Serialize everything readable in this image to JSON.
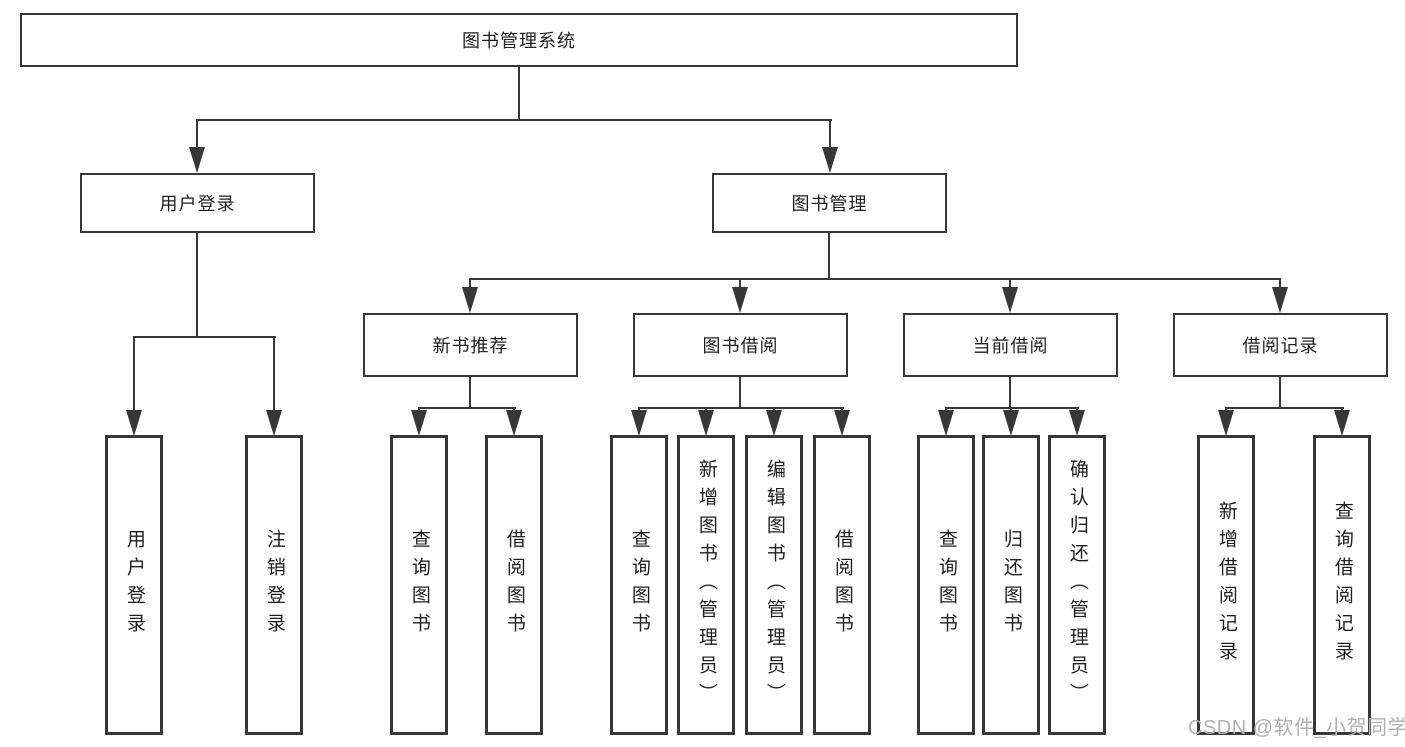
{
  "diagram": {
    "type": "tree",
    "root": {
      "label": "图书管理系统"
    },
    "children": [
      {
        "label": "用户登录",
        "children": [
          {
            "label": "用户登录"
          },
          {
            "label": "注销登录"
          }
        ]
      },
      {
        "label": "图书管理",
        "children": [
          {
            "label": "新书推荐",
            "children": [
              {
                "label": "查询图书"
              },
              {
                "label": "借阅图书"
              }
            ]
          },
          {
            "label": "图书借阅",
            "children": [
              {
                "label": "查询图书"
              },
              {
                "label": "新增图书（管理员）"
              },
              {
                "label": "编辑图书（管理员）"
              },
              {
                "label": "借阅图书"
              }
            ]
          },
          {
            "label": "当前借阅",
            "children": [
              {
                "label": "查询图书"
              },
              {
                "label": "归还图书"
              },
              {
                "label": "确认归还（管理员）"
              }
            ]
          },
          {
            "label": "借阅记录",
            "children": [
              {
                "label": "新增借阅记录"
              },
              {
                "label": "查询借阅记录"
              }
            ]
          }
        ]
      }
    ]
  },
  "watermark": {
    "text": "CSDN @软件_小贺同学",
    "color": "#b1b1b1"
  },
  "colors": {
    "line": "#373737",
    "box_border": "#373737",
    "text": "#1e1e1e",
    "background": "#ffffff"
  }
}
